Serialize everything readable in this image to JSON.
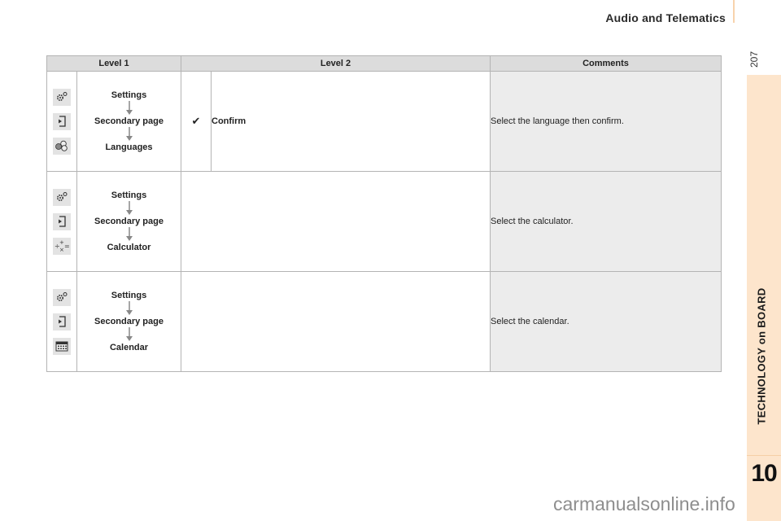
{
  "header": {
    "title": "Audio and Telematics",
    "page_number": "207",
    "accent_color": "#fde5cc"
  },
  "sidebar": {
    "section_title": "TECHNOLOGY on BOARD",
    "chapter_number": "10"
  },
  "table": {
    "columns": [
      "Level 1",
      "Level 2",
      "Comments"
    ],
    "rows": [
      {
        "icons": [
          "settings-gears-icon",
          "secondary-page-icon",
          "languages-icon"
        ],
        "path": [
          "Settings",
          "Secondary page",
          "Languages"
        ],
        "level2_icon": "checkmark-icon",
        "level2_check": "✔",
        "level2_label": "Confirm",
        "comment": "Select the language then confirm."
      },
      {
        "icons": [
          "settings-gears-icon",
          "secondary-page-icon",
          "calculator-icon"
        ],
        "path": [
          "Settings",
          "Secondary page",
          "Calculator"
        ],
        "level2_label": "",
        "comment": "Select the calculator."
      },
      {
        "icons": [
          "settings-gears-icon",
          "secondary-page-icon",
          "calendar-icon"
        ],
        "path": [
          "Settings",
          "Secondary page",
          "Calendar"
        ],
        "level2_label": "",
        "comment": "Select the calendar."
      }
    ]
  },
  "watermark": "carmanualsonline.info"
}
